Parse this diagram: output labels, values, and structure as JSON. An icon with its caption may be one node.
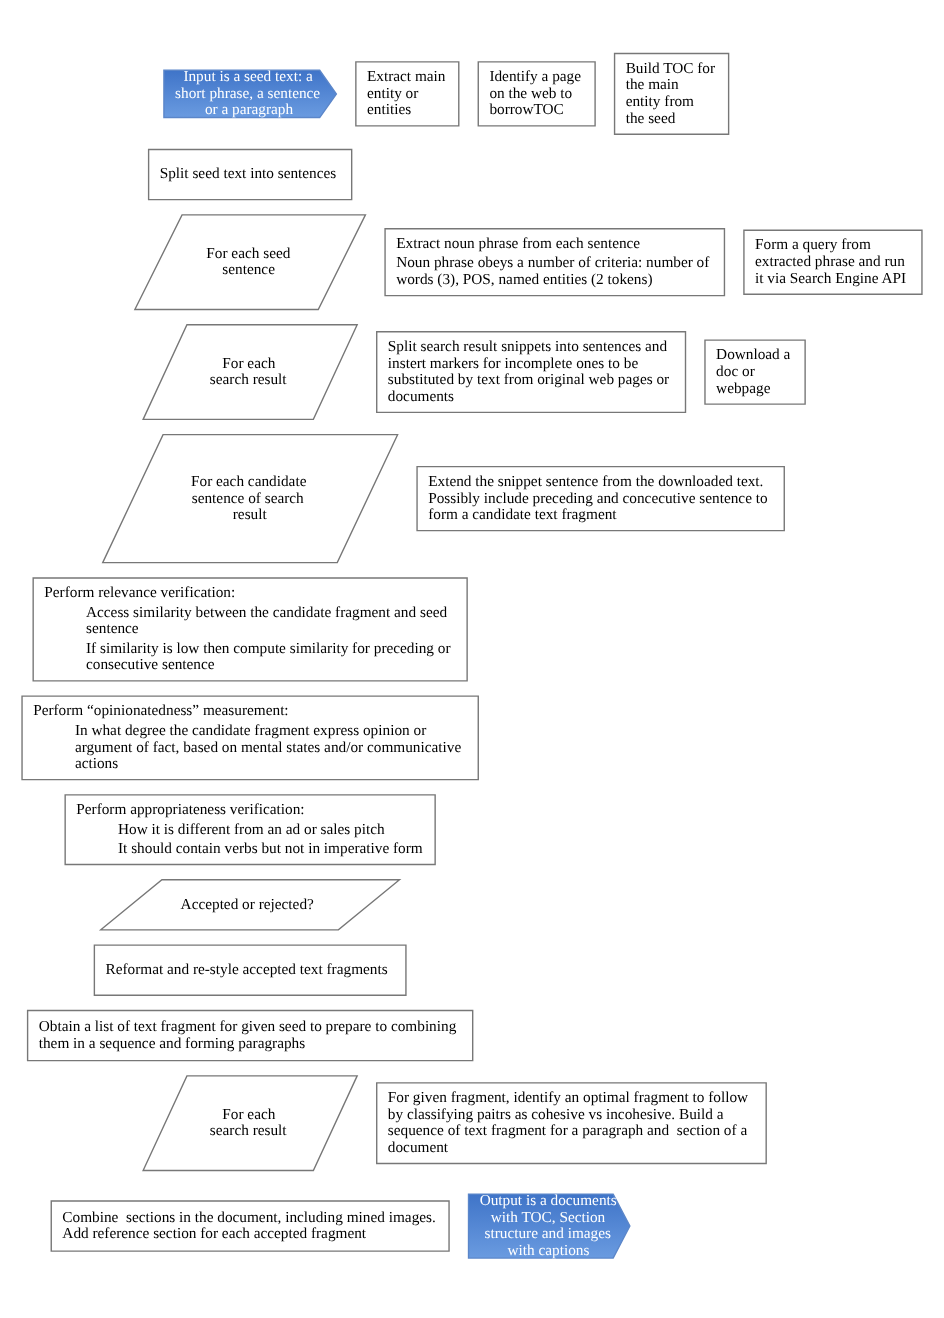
{
  "diagram": {
    "nodes": [
      {
        "text": [
          "Input is a seed text: a short phrase, a sentence or a paragraph"
        ]
      },
      {
        "text": [
          "Extract main entity or entities"
        ]
      },
      {
        "text": [
          "Identify a page on the web to borrowTOC"
        ]
      },
      {
        "text": [
          "Build TOC for the main entity from the seed"
        ]
      },
      {
        "text": [
          "Split seed text into sentences"
        ]
      },
      {
        "text": [
          "For each seed sentence"
        ]
      },
      {
        "text": [
          "Extract noun phrase from each sentence",
          "Noun phrase obeys a number of criteria: number of words (3), POS, named entities (2 tokens)"
        ]
      },
      {
        "text": [
          "Form a query from extracted phrase and run it via Search Engine API"
        ]
      },
      {
        "text": [
          "For each search result"
        ]
      },
      {
        "text": [
          "Split search result snippets into sentences and instert markers for incomplete ones to be substituted by text from original web pages or documents"
        ]
      },
      {
        "text": [
          "Download a doc or webpage"
        ]
      },
      {
        "text": [
          "For each candidate sentence of search result"
        ]
      },
      {
        "text": [
          "Extend the snippet sentence from the downloaded text. Possibly include preceding and concecutive sentence to form a candidate text fragment"
        ]
      },
      {
        "text": [
          "Perform relevance verification:",
          "Access similarity between the candidate fragment and seed sentence",
          "If similarity is low then compute similarity for preceding or consecutive sentence"
        ]
      },
      {
        "text": [
          "Perform “opinionatedness” measurement:",
          "In what degree the candidate fragment express opinion or argument of fact, based on mental states and/or communicative actions"
        ]
      },
      {
        "text": [
          "Perform appropriateness verification:",
          "How it is different from an ad or sales pitch",
          "It should contain verbs but not in imperative form"
        ]
      },
      {
        "text": [
          "Accepted or rejected?"
        ]
      },
      {
        "text": [
          "Reformat and re-style accepted text fragments"
        ]
      },
      {
        "text": [
          "Obtain a list of text fragment for given seed to prepare to combining them in a sequence and forming paragraphs"
        ]
      },
      {
        "text": [
          "For each search result"
        ]
      },
      {
        "text": [
          "For given fragment, identify an optimal fragment to follow by classifying paitrs as cohesive vs incohesive. Build a sequence of text fragment for a paragraph and  section of a document"
        ]
      },
      {
        "text": [
          "Combine  sections in the document, including mined images. Add reference section for each accepted fragment"
        ]
      },
      {
        "text": [
          "Output is a documents with TOC, Section structure and images with captions"
        ]
      }
    ]
  }
}
